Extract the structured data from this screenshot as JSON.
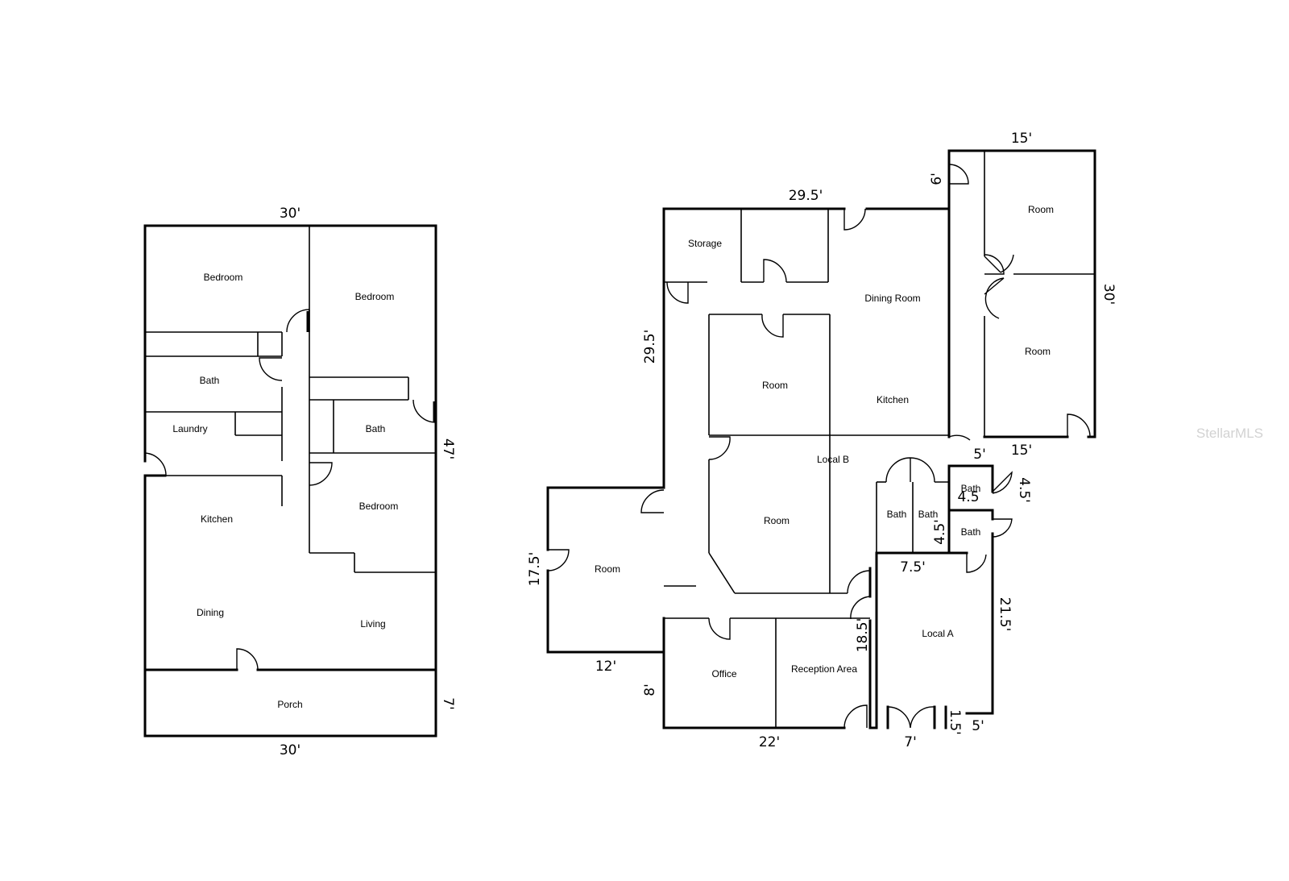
{
  "plan_a": {
    "rooms": {
      "bedroom_1": "Bedroom",
      "bedroom_2": "Bedroom",
      "bath_1": "Bath",
      "laundry": "Laundry",
      "bath_2": "Bath",
      "bedroom_3": "Bedroom",
      "kitchen": "Kitchen",
      "dining": "Dining",
      "living": "Living",
      "porch": "Porch"
    },
    "dimensions": {
      "top": "30'",
      "right": "47'",
      "porch_depth": "7'",
      "bottom": "30'"
    }
  },
  "plan_b": {
    "rooms": {
      "storage": "Storage",
      "dining_room": "Dining Room",
      "room_ne_top": "Room",
      "room_ne_bottom": "Room",
      "room_center": "Room",
      "kitchen": "Kitchen",
      "local_b": "Local B",
      "room_local_b": "Room",
      "bath_1": "Bath",
      "bath_2": "Bath",
      "bath_3": "Bath",
      "bath_4": "Bath",
      "room_west": "Room",
      "local_a": "Local A",
      "office": "Office",
      "reception": "Reception Area"
    },
    "dimensions": {
      "top_wing": "15'",
      "top_main": "29.5'",
      "notch": "6'",
      "right_wing": "30'",
      "left_main": "29.5'",
      "bottom_wing": "15'",
      "step_5a": "5'",
      "bath_45_a": "4.5'",
      "bath_45_b": "4.5",
      "bath_45_c": "4.5'",
      "west_depth": "17.5'",
      "local_a_top": "7.5'",
      "local_a_side": "21.5'",
      "office_depth": "18.5'",
      "west_width": "12'",
      "south_depth": "8'",
      "bottom_main": "22'",
      "door_7": "7'",
      "step_15": "1.5'",
      "step_5b": "5'"
    }
  },
  "watermark": "StellarMLS"
}
